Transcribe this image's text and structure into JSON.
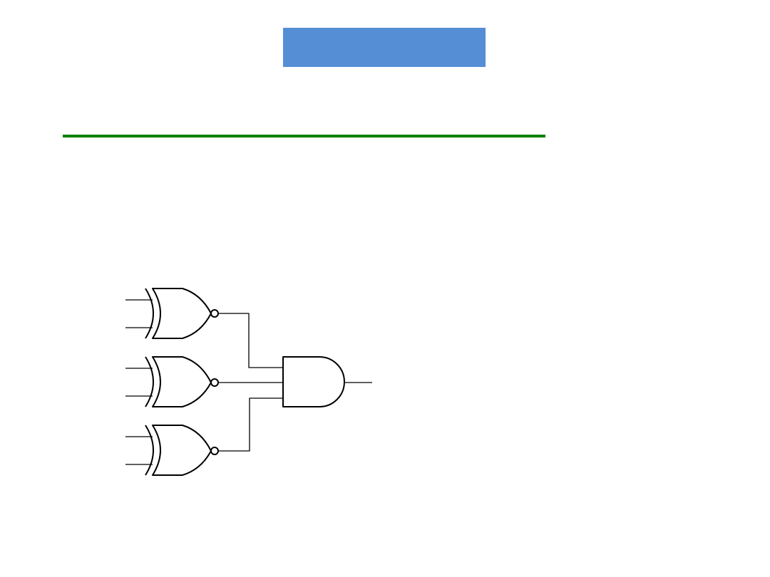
{
  "header": {
    "title": "",
    "box_color": "#558ed5",
    "divider_color": "#008000"
  },
  "diagram": {
    "stroke_color": "#000000",
    "gates": [
      {
        "id": "xnor-1",
        "type": "XNOR"
      },
      {
        "id": "xnor-2",
        "type": "XNOR"
      },
      {
        "id": "xnor-3",
        "type": "XNOR"
      },
      {
        "id": "and-1",
        "type": "AND",
        "inputs": 3
      }
    ]
  }
}
